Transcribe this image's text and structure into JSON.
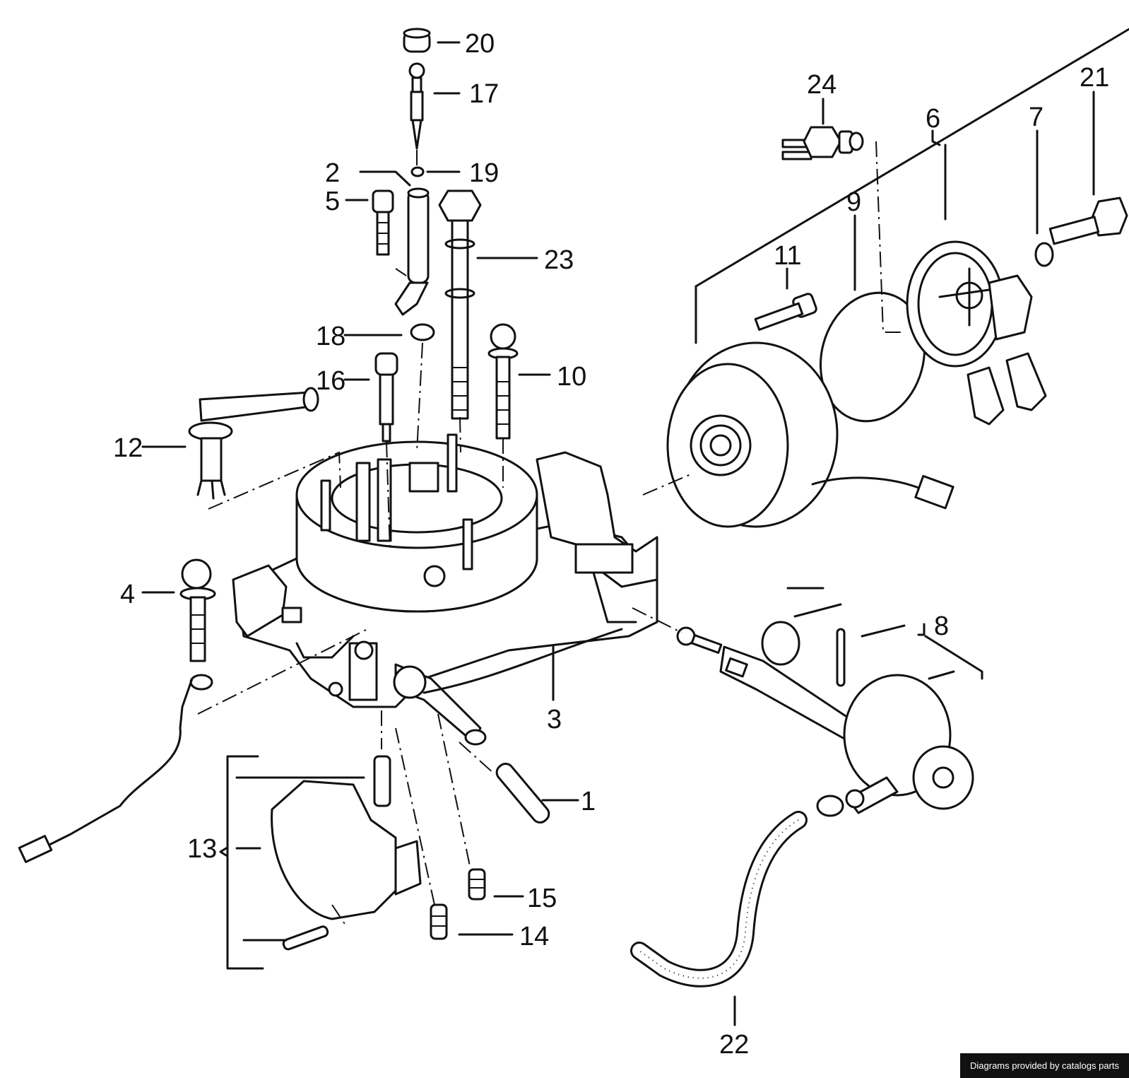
{
  "diagram": {
    "callouts": [
      "1",
      "2",
      "3",
      "4",
      "5",
      "6",
      "7",
      "8",
      "9",
      "10",
      "11",
      "12",
      "13",
      "14",
      "15",
      "16",
      "17",
      "18",
      "19",
      "20",
      "21",
      "22",
      "23",
      "24"
    ]
  },
  "footer": {
    "credit": "Diagrams provided by catalogs parts"
  },
  "colors": {
    "ink": "#111111",
    "background": "#ffffff",
    "badge_background": "#111111",
    "badge_text": "#ffffff"
  }
}
